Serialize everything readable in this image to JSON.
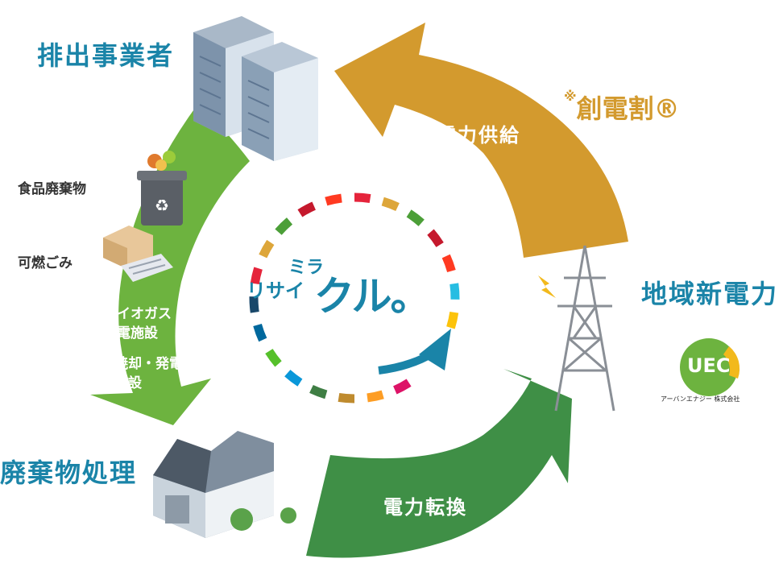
{
  "nodes": {
    "emitter": "排出事業者",
    "waste_processing": "廃棄物処理",
    "regional_power": "地域新電力"
  },
  "brand": {
    "asterisk": "※",
    "name": "創電割®"
  },
  "arrows": {
    "supply": "電力供給",
    "conversion": "電力転換"
  },
  "waste_items": {
    "food": "食品廃棄物",
    "burnable": "可燃ごみ",
    "biogas_line1": "バイオガス",
    "biogas_line2": "発電施設",
    "incin_line1": "焼却・発電",
    "incin_line2": "施設"
  },
  "logo": {
    "line1": "ミラ",
    "line2": "リサイ",
    "main": "クル。"
  },
  "uec": {
    "mark": "UEC",
    "company": "アーバンエナジー 株式会社"
  },
  "colors": {
    "green": "#6db33f",
    "dark_green": "#3f8f46",
    "gold": "#d39a2e",
    "blue": "#1a84a8"
  },
  "ring_colors": [
    "#e5243b",
    "#dda63a",
    "#4c9f38",
    "#c5192d",
    "#ff3a21",
    "#26bde2",
    "#fcc30b",
    "#a21942",
    "#fd6925",
    "#dd1367",
    "#fd9d24",
    "#bf8b2e",
    "#3f7e44",
    "#0a97d9",
    "#56c02b",
    "#00689d",
    "#19486a"
  ]
}
